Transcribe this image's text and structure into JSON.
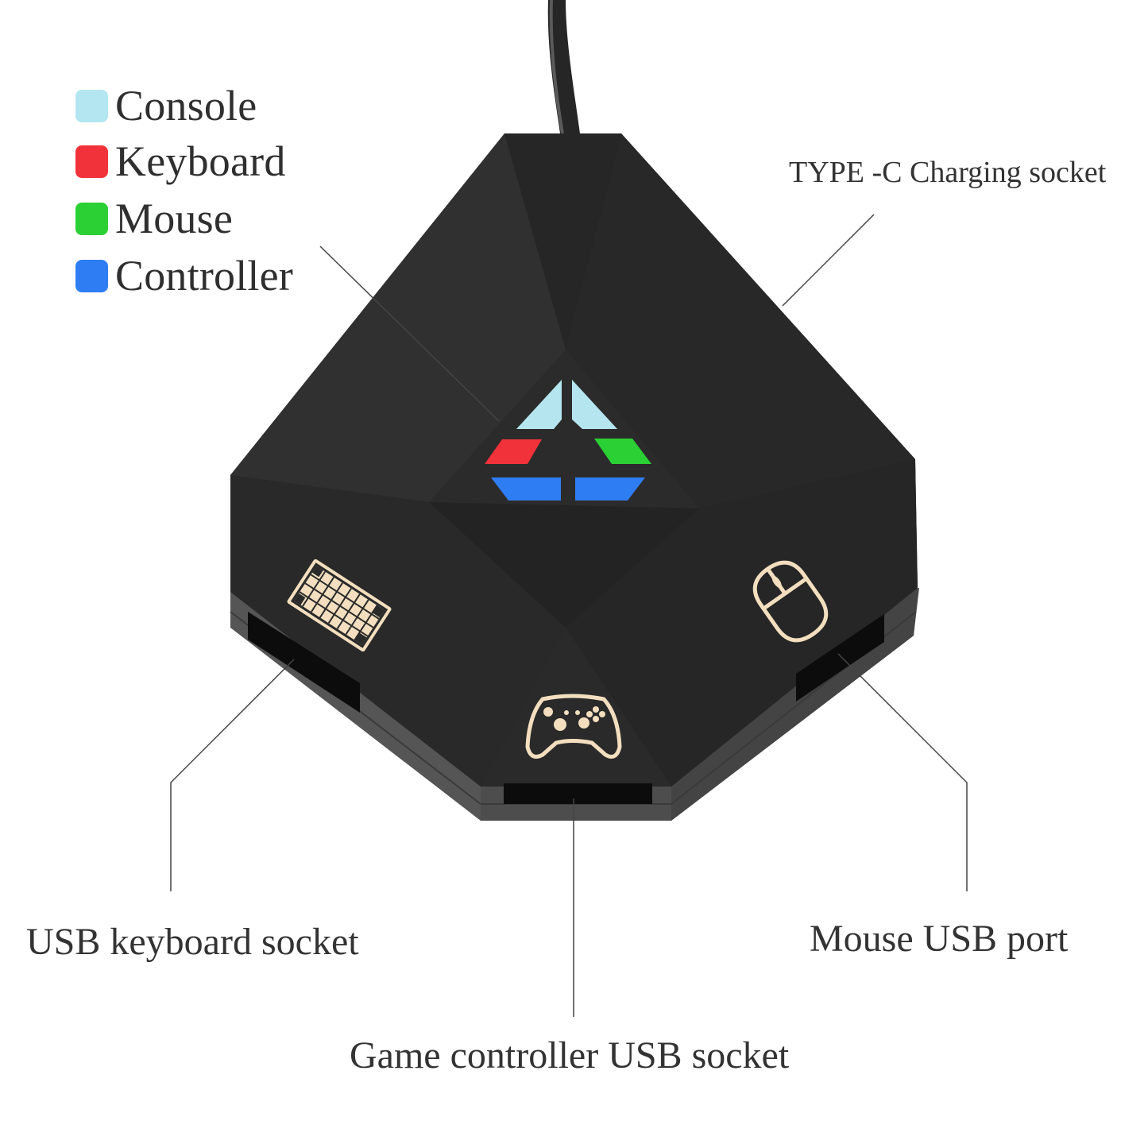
{
  "legend": {
    "items": [
      {
        "label": "Console",
        "color": "#b3e6f0"
      },
      {
        "label": "Keyboard",
        "color": "#f2323a"
      },
      {
        "label": "Mouse",
        "color": "#2bd034"
      },
      {
        "label": "Controller",
        "color": "#2f7df2"
      }
    ]
  },
  "callouts": {
    "type_c": "TYPE -C Charging socket",
    "keyboard_socket": "USB keyboard socket",
    "controller_socket": "Game controller USB socket",
    "mouse_port": "Mouse USB port"
  },
  "device": {
    "body_color": "#2a2a2a",
    "icon_color": "#f3dfbf",
    "indicator_colors": {
      "console": "#b5e6ef",
      "keyboard": "#f2323a",
      "mouse": "#2bd034",
      "controller": "#2f7df2"
    },
    "icons": [
      "keyboard-icon",
      "gamepad-icon",
      "mouse-icon"
    ]
  }
}
